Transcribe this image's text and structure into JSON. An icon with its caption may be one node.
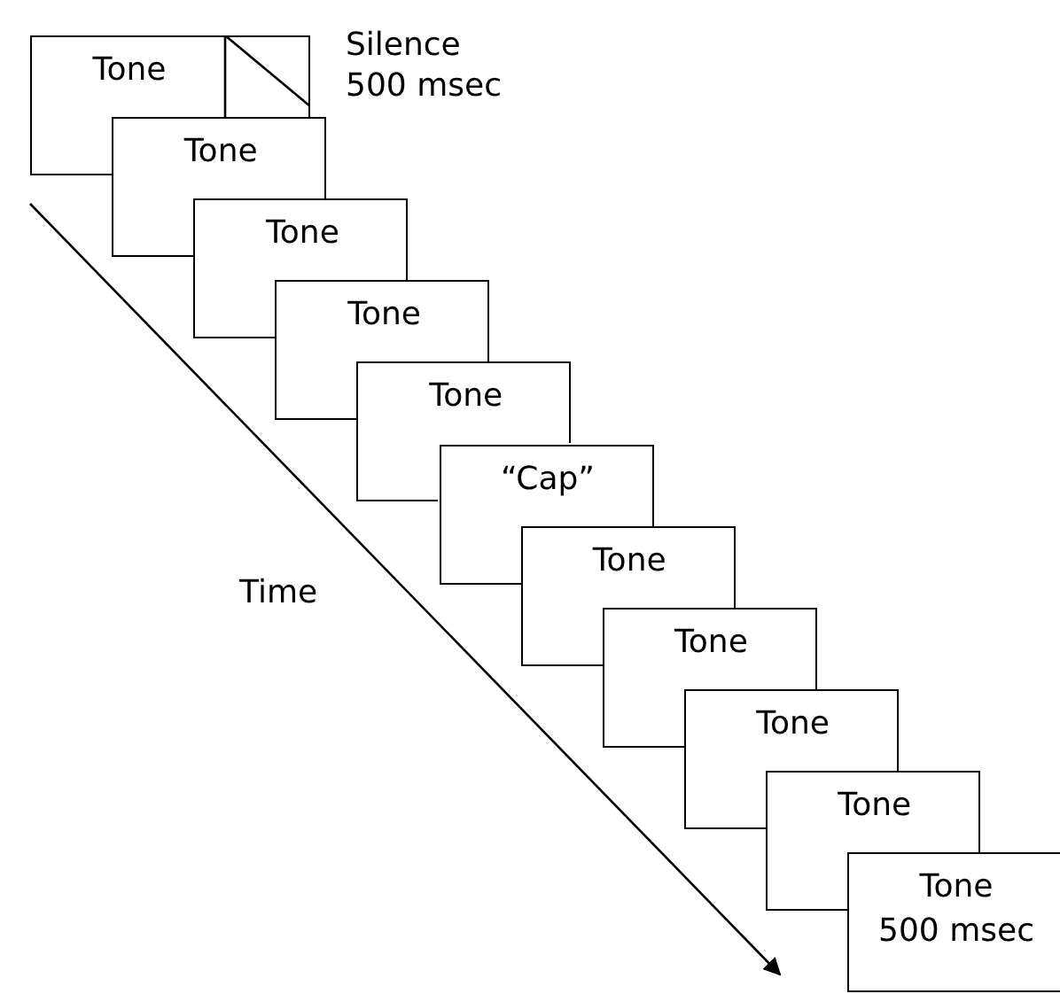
{
  "diagram": {
    "nodes": [
      {
        "text": [
          "Tone"
        ],
        "beside": [
          "Silence 500 msec"
        ]
      },
      {
        "text": [
          "Tone"
        ]
      },
      {
        "text": [
          "Tone"
        ]
      },
      {
        "text": [
          "Tone"
        ]
      },
      {
        "text": [
          "Tone"
        ]
      },
      {
        "text": [
          "“Cap”"
        ]
      },
      {
        "text": [
          "Tone"
        ]
      },
      {
        "text": [
          "Tone"
        ]
      },
      {
        "text": [
          "Tone"
        ]
      },
      {
        "text": [
          "Tone"
        ]
      },
      {
        "text": [
          "Tone",
          "500 msec"
        ]
      }
    ],
    "labels": [
      "Time"
    ]
  }
}
